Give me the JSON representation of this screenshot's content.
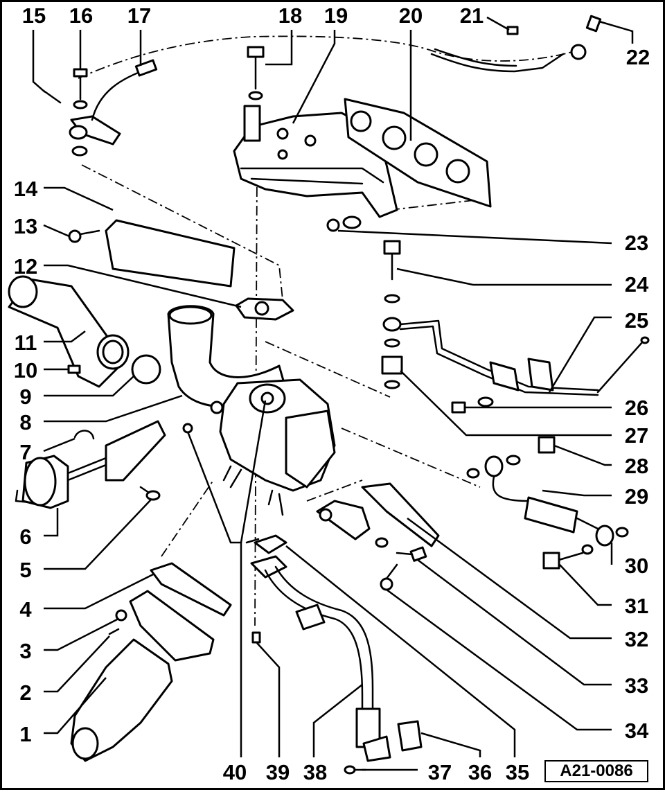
{
  "diagram": {
    "reference_code": "A21-0086",
    "callouts": [
      "1",
      "2",
      "3",
      "4",
      "5",
      "6",
      "7",
      "8",
      "9",
      "10",
      "11",
      "12",
      "13",
      "14",
      "15",
      "16",
      "17",
      "18",
      "19",
      "20",
      "21",
      "22",
      "23",
      "24",
      "25",
      "26",
      "27",
      "28",
      "29",
      "30",
      "31",
      "32",
      "33",
      "34",
      "35",
      "36",
      "37",
      "38",
      "39",
      "40"
    ]
  }
}
